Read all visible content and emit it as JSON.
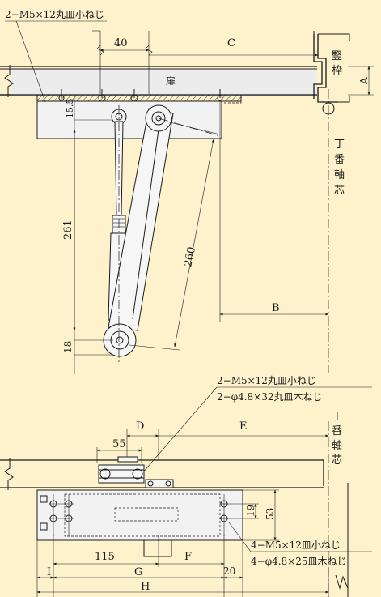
{
  "top_view": {
    "screw_note": "2−M5×12丸皿小ねじ",
    "door_label": "扉",
    "frame_label_1": "竪",
    "frame_label_2": "枠",
    "hinge_axis_1": "丁",
    "hinge_axis_2": "番",
    "hinge_axis_3": "軸",
    "hinge_axis_4": "芯",
    "dim_40": "40",
    "dim_C": "C",
    "dim_A": "A",
    "dim_15_5": "15.5",
    "dim_261": "261",
    "dim_260": "260",
    "dim_B": "B",
    "dim_18": "18"
  },
  "bottom_view": {
    "screw_note_1": "2−M5×12丸皿小ねじ",
    "screw_note_2": "2−φ4.8×32丸皿木ねじ",
    "hinge_axis_1": "丁",
    "hinge_axis_2": "番",
    "hinge_axis_3": "軸",
    "hinge_axis_4": "芯",
    "dim_D": "D",
    "dim_E": "E",
    "dim_55": "55",
    "dim_19": "19",
    "dim_53": "53",
    "dim_115": "115",
    "dim_F": "F",
    "dim_G": "G",
    "dim_H": "H",
    "dim_I": "I",
    "dim_20": "20",
    "screw_note_3": "4−M5×12皿小ねじ",
    "screw_note_4": "4−φ4.8×25皿木ねじ"
  },
  "colors": {
    "background": "#fdf2cc",
    "line": "#1a1a1a"
  }
}
